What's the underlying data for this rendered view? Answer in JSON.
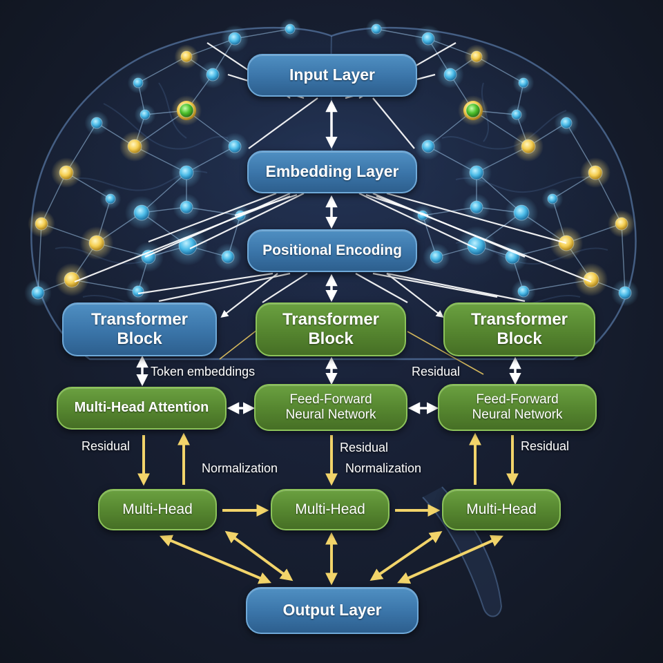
{
  "diagram": {
    "nodes": {
      "input_layer": "Input Layer",
      "embedding_layer": "Embedding Layer",
      "positional_encoding": "Positional Encoding",
      "transformer_block_left": "Transformer\nBlock",
      "transformer_block_center": "Transformer\nBlock",
      "transformer_block_right": "Transformer\nBlock",
      "multi_head_attention": "Multi-Head Attention",
      "ffnn_center": "Feed-Forward\nNeural Network",
      "ffnn_right": "Feed-Forward\nNeural Network",
      "multi_head_left": "Multi-Head",
      "multi_head_center": "Multi-Head",
      "multi_head_right": "Multi-Head",
      "output_layer": "Output Layer"
    },
    "labels": {
      "token_embeddings": "Token embeddings",
      "residual_top_right": "Residual",
      "residual_left": "Residual",
      "normalization_left": "Normalization",
      "residual_center": "Residual",
      "normalization_center": "Normalization",
      "residual_right": "Residual"
    }
  },
  "colors": {
    "blue_box": "#3a74a8",
    "green_box": "#55852f",
    "white_arrow": "#ffffff",
    "yellow_arrow": "#f2d46a",
    "cyan_node": "#5cc4ec",
    "gold_node": "#f5cf52",
    "green_node": "#5fd03a",
    "network_line": "#9fc4e8"
  }
}
